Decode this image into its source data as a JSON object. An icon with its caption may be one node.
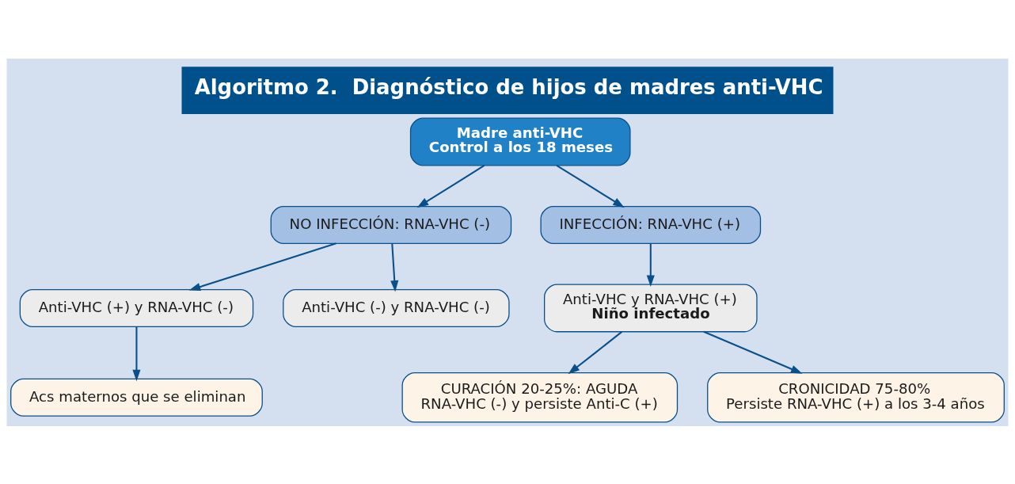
{
  "diagram": {
    "title": "Algoritmo 2.  Diagnóstico de hijos de madres anti-VHC",
    "nodes": [
      {
        "text": [
          "Madre anti-VHC",
          "Control a los 18 meses"
        ]
      },
      {
        "text": [
          "NO INFECCIÓN: RNA-VHC (-)"
        ]
      },
      {
        "text": [
          "INFECCIÓN: RNA-VHC (+)"
        ]
      },
      {
        "text": [
          "Anti-VHC (+) y RNA-VHC (-)"
        ]
      },
      {
        "text": [
          "Anti-VHC (-) y RNA-VHC (-)"
        ]
      },
      {
        "text": [
          "Anti-VHC y RNA-VHC (+)",
          "Niño infectado"
        ]
      },
      {
        "text": [
          "Acs maternos que se eliminan"
        ]
      },
      {
        "text": [
          "CURACIÓN 20-25%: AGUDA",
          "RNA-VHC (-) y persiste Anti-C (+)"
        ]
      },
      {
        "text": [
          "CRONICIDAD 75-80%",
          "Persiste RNA-VHC (+) a los 3-4 años"
        ]
      }
    ],
    "edges": [
      {
        "from": 0,
        "to": 1,
        "arrow": "to"
      },
      {
        "from": 0,
        "to": 2,
        "arrow": "to"
      },
      {
        "from": 1,
        "to": 3,
        "arrow": "to"
      },
      {
        "from": 1,
        "to": 4,
        "arrow": "to"
      },
      {
        "from": 3,
        "to": 6,
        "arrow": "to"
      },
      {
        "from": 2,
        "to": 5,
        "arrow": "to"
      },
      {
        "from": 5,
        "to": 7,
        "arrow": "to"
      },
      {
        "from": 5,
        "to": 8,
        "arrow": "to"
      }
    ]
  }
}
